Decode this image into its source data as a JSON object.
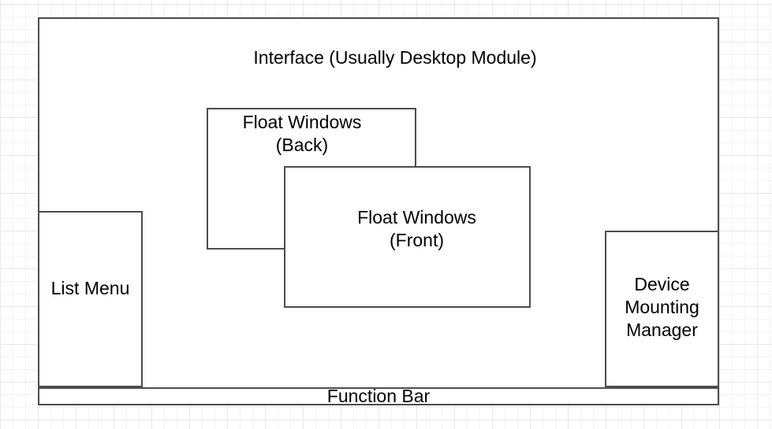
{
  "diagram": {
    "interface": {
      "label": "Interface (Usually Desktop Module)"
    },
    "float_windows_back": {
      "line1": "Float Windows",
      "line2": "(Back)"
    },
    "float_windows_front": {
      "line1": "Float Windows",
      "line2": "(Front)"
    },
    "list_menu": {
      "label": "List Menu"
    },
    "device_mounting_manager": {
      "line1": "Device",
      "line2": "Mounting",
      "line3": "Manager"
    },
    "function_bar": {
      "label": "Function Bar"
    }
  },
  "colors": {
    "border": "#4d4d4d",
    "text": "#000000",
    "fill": "#ffffff",
    "grid_minor": "#f4f4f4",
    "grid_major": "#e8e8e8",
    "background": "#ffffff"
  }
}
